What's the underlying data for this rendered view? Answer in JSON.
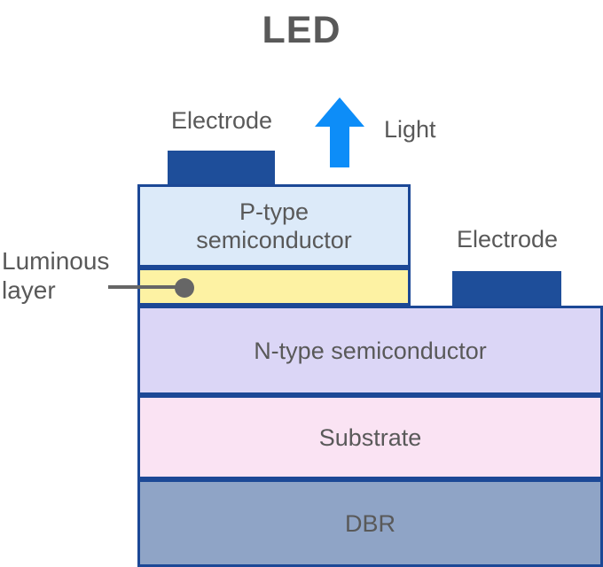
{
  "title": "LED",
  "annotations": {
    "electrode_left": "Electrode",
    "light": "Light",
    "electrode_right": "Electrode",
    "luminous_layer": "Luminous\nlayer"
  },
  "layers": {
    "p_type": {
      "label": "P-type\nsemiconductor",
      "fill": "#dceaf9"
    },
    "luminous": {
      "label": "",
      "fill": "#fdf2a3"
    },
    "n_type": {
      "label": "N-type semiconductor",
      "fill": "#dbd6f6"
    },
    "substrate": {
      "label": "Substrate",
      "fill": "#fae3f3"
    },
    "dbr": {
      "label": "DBR",
      "fill": "#8fa4c6"
    }
  },
  "colors": {
    "outline": "#1c4896",
    "electrode": "#1e4e9a",
    "light_arrow": "#0d8df8",
    "text": "#595959",
    "leader": "#666666",
    "background": "#ffffff"
  }
}
